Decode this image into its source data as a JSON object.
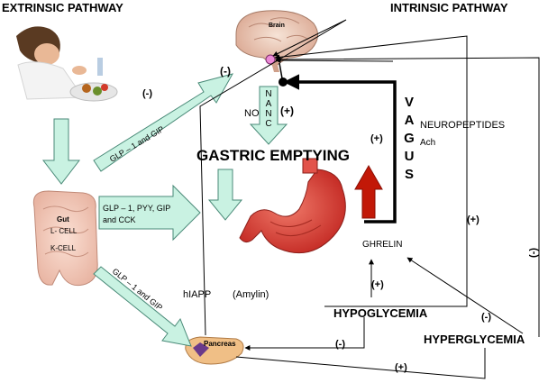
{
  "headers": {
    "extrinsic": "EXTRINSIC PATHWAY",
    "intrinsic": "INTRINSIC PATHWAY"
  },
  "organs": {
    "brain": "Brain",
    "gut": "Gut",
    "l_cell": "L- CELL",
    "k_cell": "K-CELL",
    "pancreas": "Pancreas"
  },
  "arrows": {
    "to_brain": "GLP – 1 and GIP",
    "to_stomach_line1": "GLP – 1, PYY, GIP",
    "to_stomach_line2": "and CCK",
    "to_pancreas": "GLP – 1 and GIP"
  },
  "nanc": [
    "N",
    "A",
    "N",
    "C"
  ],
  "vagus": [
    "V",
    "A",
    "G",
    "U",
    "S"
  ],
  "labels": {
    "no": "NO",
    "gastric_emptying": "GASTRIC EMPTYING",
    "neuropeptides": "NEUROPEPTIDES",
    "ach": "Ach",
    "ghrelin": "GHRELIN",
    "hiapp": "hIAPP",
    "amylin": "(Amylin)",
    "hypoglycemia": "HYPOGLYCEMIA",
    "hyperglycemia": "HYPERGLYCEMIA"
  },
  "signs": {
    "brain_minus": "(-)",
    "gut_brain_minus": "(-)",
    "nanc_plus": "(+)",
    "vagus_plus": "(+)",
    "right_plus": "(+)",
    "right_minus": "(-)",
    "hypo_plus": "(+)",
    "hyper_ghrelin_minus": "(-)",
    "pancreas_minus": "(-)",
    "pancreas_plus": "(+)"
  },
  "colors": {
    "arrow_fill": "#c9f2e2",
    "arrow_stroke": "#4a8a78",
    "red_arrow": "#c21807",
    "stomach": "#e0403a",
    "pancreas": "#f2c08a"
  }
}
